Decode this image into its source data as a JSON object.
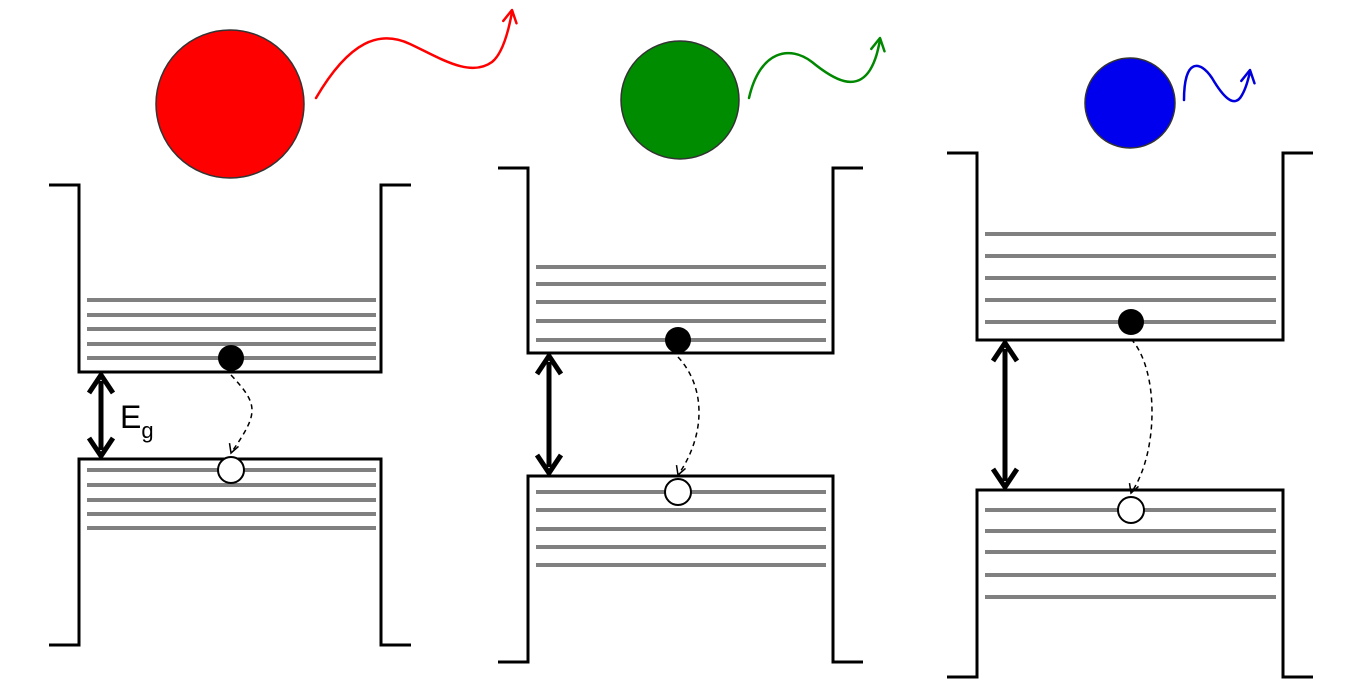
{
  "title": "",
  "gap_label": {
    "main": "E",
    "sub": "g"
  },
  "panels": [
    {
      "color": "#ff0000",
      "dot_color": "#ff0000",
      "conduction_levels": 5,
      "valence_levels": 5,
      "show_label": true
    },
    {
      "color": "#008800",
      "dot_color": "#008c00",
      "conduction_levels": 5,
      "valence_levels": 5,
      "show_label": false
    },
    {
      "color": "#0000dd",
      "dot_color": "#0000ee",
      "conduction_levels": 5,
      "valence_levels": 5,
      "show_label": false
    }
  ]
}
